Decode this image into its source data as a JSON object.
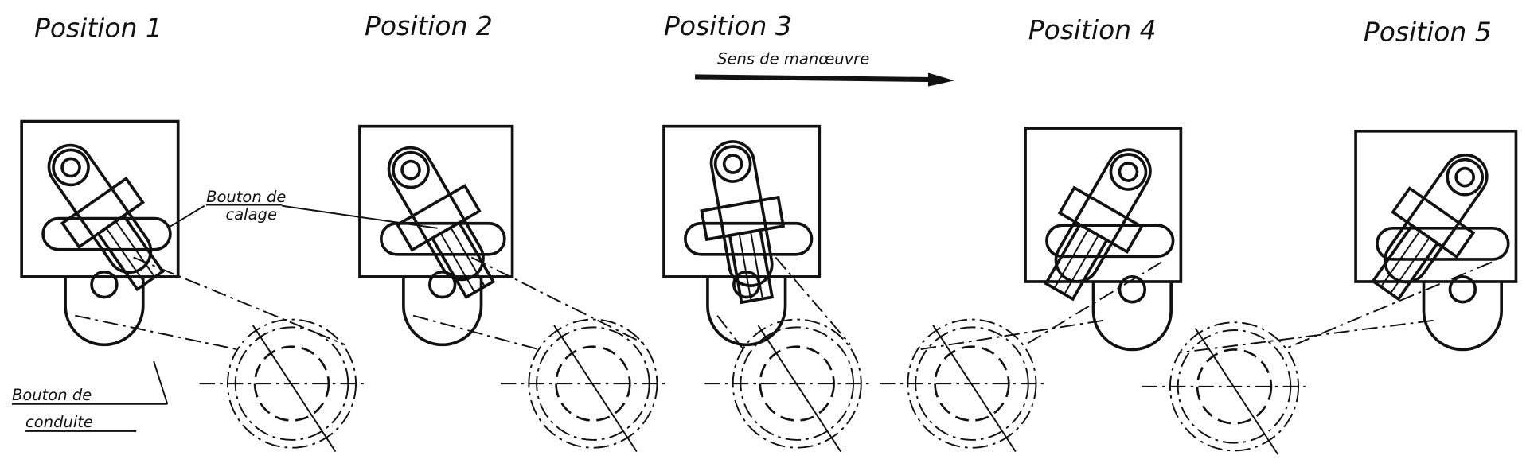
{
  "positions": [
    {
      "label": "Position 1"
    },
    {
      "label": "Position 2"
    },
    {
      "label": "Position 3"
    },
    {
      "label": "Position 4"
    },
    {
      "label": "Position 5"
    }
  ],
  "direction": {
    "label": "Sens de manœuvre"
  },
  "callouts": {
    "calage_line1": "Bouton de",
    "calage_line2": "calage",
    "conduite_line1": "Bouton de",
    "conduite_line2": "conduite"
  },
  "colors": {
    "ink": "#111111",
    "paper": "#ffffff"
  }
}
